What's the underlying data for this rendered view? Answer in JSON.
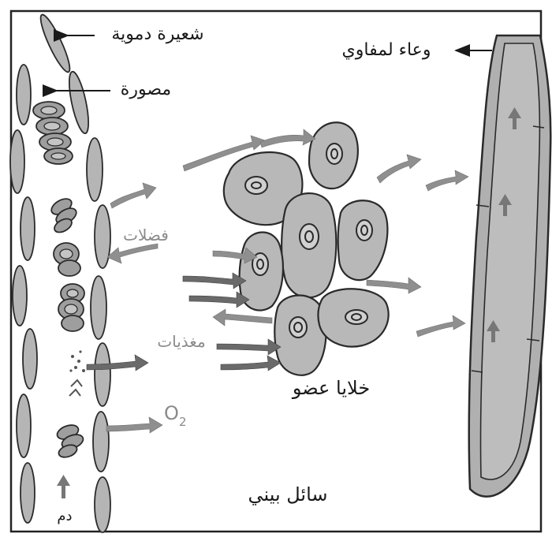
{
  "labels": {
    "capillary": "شعيرة دموية",
    "erythrocyte": "مصورة",
    "lymph_vessel": "وعاء لمفاوي",
    "wastes": "فضلات",
    "nutrients": "مغذيات",
    "oxygen_main": "O",
    "oxygen_sub": "2",
    "organ_cells": "خلايا عضو",
    "interstitial_fluid": "سائل بيني",
    "blood": "دم"
  },
  "colors": {
    "cell_fill": "#b8b8b8",
    "outline": "#2a2a2a",
    "arrow": "#8f8f8f"
  }
}
